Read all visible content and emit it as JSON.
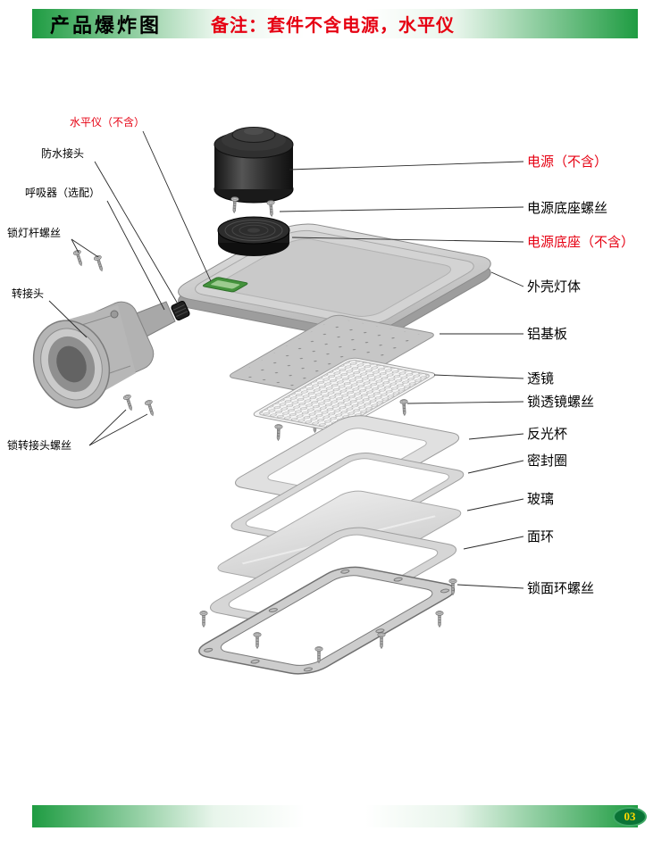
{
  "header": {
    "title": "产品爆炸图",
    "note": "备注：套件不含电源，水平仪"
  },
  "footer": {
    "page_badge": "03"
  },
  "colors": {
    "accent_red": "#e60012",
    "bar_green": "#1f9c42",
    "badge_green": "#0a7336",
    "badge_text_yellow": "#ffd800"
  },
  "diagram": {
    "labels_left": [
      {
        "text": "水平仪（不含）",
        "red": true
      },
      {
        "text": "防水接头",
        "red": false
      },
      {
        "text": "呼吸器（选配）",
        "red": false
      },
      {
        "text": "锁灯杆螺丝",
        "red": false
      },
      {
        "text": "转接头",
        "red": false
      },
      {
        "text": "锁转接头螺丝",
        "red": false
      }
    ],
    "labels_right": [
      {
        "text": "电源（不含）",
        "red": true
      },
      {
        "text": "电源底座螺丝",
        "red": false
      },
      {
        "text": "电源底座（不含）",
        "red": true
      },
      {
        "text": "外壳灯体",
        "red": false
      },
      {
        "text": "铝基板",
        "red": false
      },
      {
        "text": "透镜",
        "red": false
      },
      {
        "text": "锁透镜螺丝",
        "red": false
      },
      {
        "text": "反光杯",
        "red": false
      },
      {
        "text": "密封圈",
        "red": false
      },
      {
        "text": "玻璃",
        "red": false
      },
      {
        "text": "面环",
        "red": false
      },
      {
        "text": "锁面环螺丝",
        "red": false
      }
    ]
  }
}
